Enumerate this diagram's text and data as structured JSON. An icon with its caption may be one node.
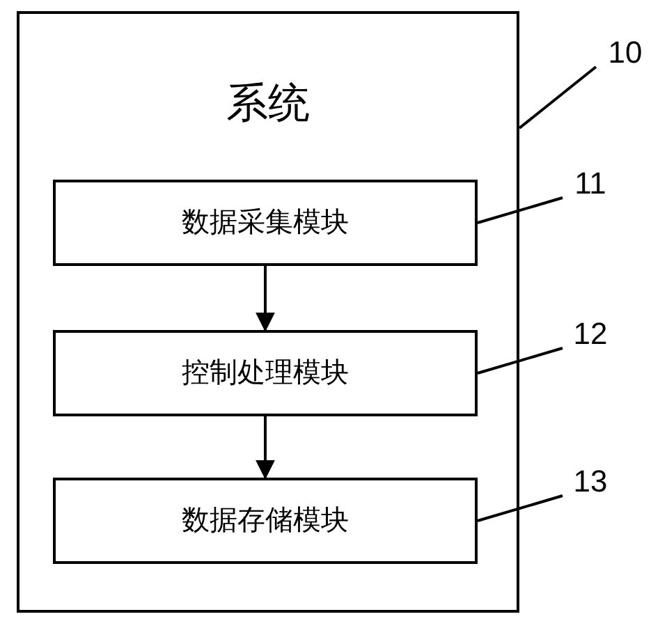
{
  "diagram": {
    "nodes": [
      {
        "text": [
          "系统"
        ]
      },
      {
        "text": [
          "数据采集模块"
        ],
        "in": 0
      },
      {
        "text": [
          "控制处理模块"
        ],
        "in": 0
      },
      {
        "text": [
          "数据存储模块"
        ],
        "in": 0
      },
      {
        "text": [
          "10"
        ]
      },
      {
        "text": [
          "11"
        ]
      },
      {
        "text": [
          "12"
        ]
      },
      {
        "text": [
          "13"
        ]
      }
    ],
    "edges": [
      {
        "from": 1,
        "to": 2,
        "arrow": "to"
      },
      {
        "from": 2,
        "to": 3,
        "arrow": "to"
      },
      {
        "from": 4,
        "to": 0,
        "arrow": "none"
      },
      {
        "from": 5,
        "to": 1,
        "arrow": "none"
      },
      {
        "from": 6,
        "to": 2,
        "arrow": "none"
      },
      {
        "from": 7,
        "to": 3,
        "arrow": "none"
      }
    ]
  }
}
